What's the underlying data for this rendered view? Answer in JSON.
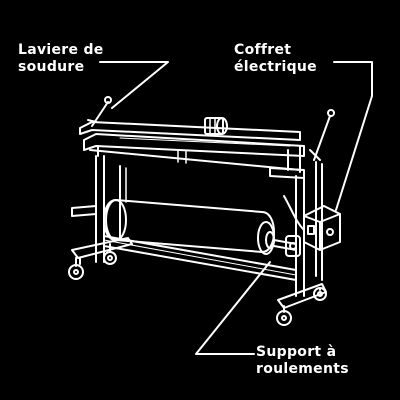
{
  "colors": {
    "background": "#000000",
    "line": "#ffffff"
  },
  "labels": {
    "welding_lever": {
      "line1": "Laviere de",
      "line2": "soudure"
    },
    "electric_box": {
      "line1": "Coffret",
      "line2": "électrique"
    },
    "roller_support": {
      "line1": "Support à",
      "line2": "roulements"
    }
  }
}
